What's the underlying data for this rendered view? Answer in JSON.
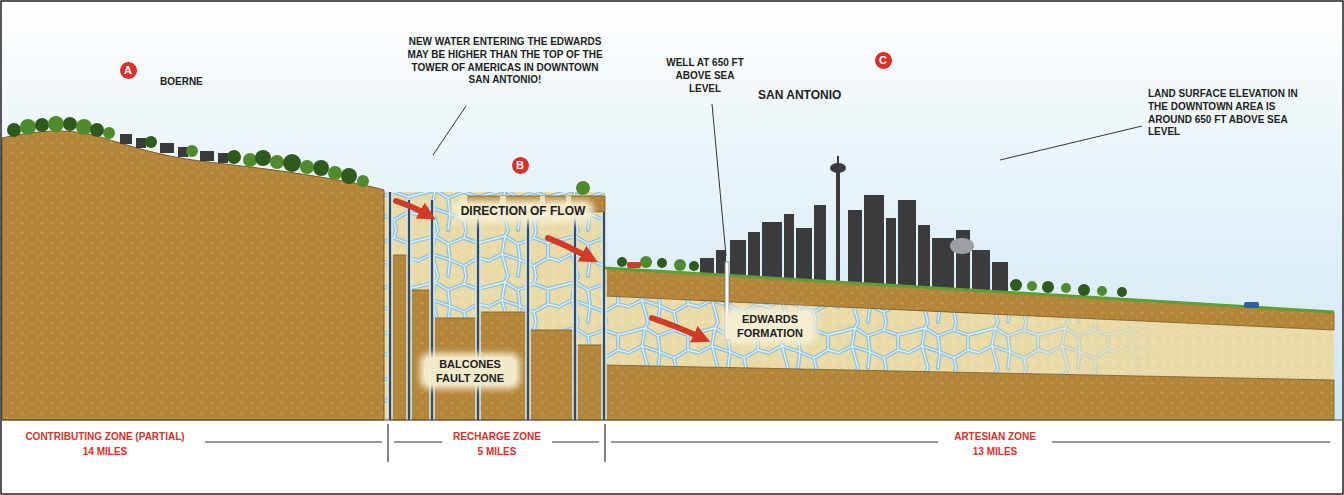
{
  "diagram": {
    "nodes": [
      {
        "text": [
          "A"
        ]
      },
      {
        "text": [
          "B"
        ]
      },
      {
        "text": [
          "C"
        ]
      }
    ],
    "labels": [
      "BOERNE",
      "NEW WATER ENTERING THE EDWARDS MAY BE HIGHER THAN THE TOP OF THE TOWER OF AMERICAS IN DOWNTOWN SAN ANTONIO!",
      "WELL AT 650 FT ABOVE SEA LEVEL",
      "SAN ANTONIO",
      "LAND SURFACE ELEVATION IN THE DOWNTOWN AREA IS AROUND 650 FT ABOVE SEA LEVEL",
      "DIRECTION OF FLOW",
      "EDWARDS FORMATION",
      "BALCONES FAULT ZONE",
      "CONTRIBUTING ZONE (PARTIAL)",
      "14 MILES",
      "RECHARGE ZONE",
      "5 MILES",
      "ARTESIAN ZONE",
      "13 MILES"
    ]
  }
}
